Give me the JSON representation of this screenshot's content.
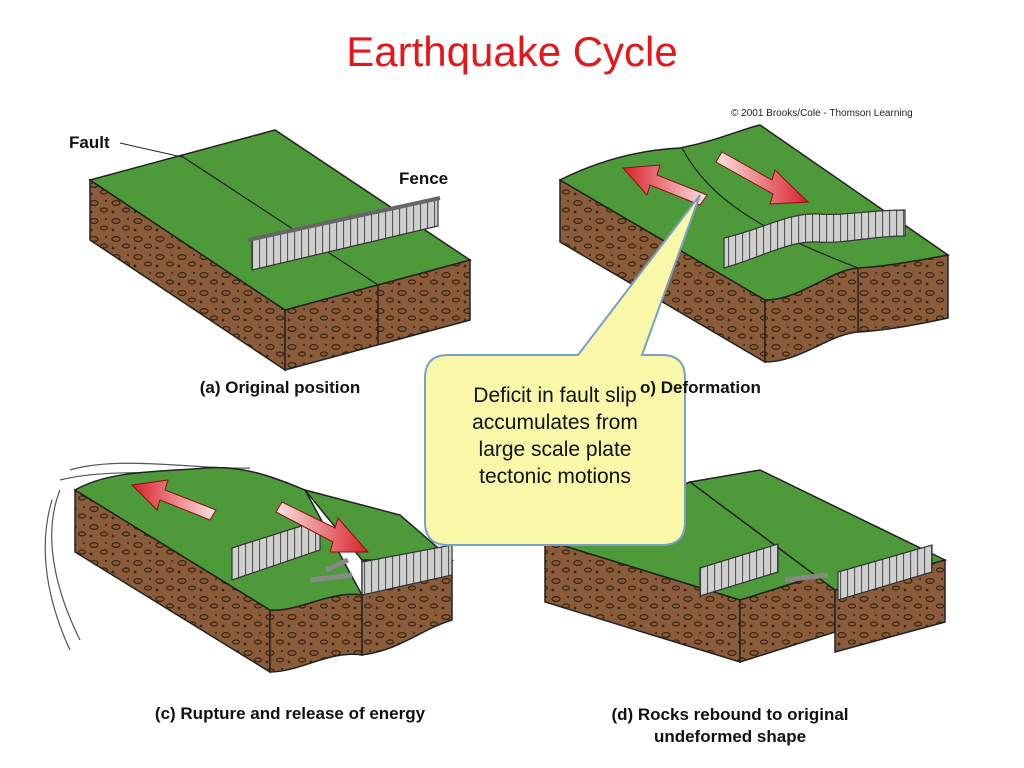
{
  "title": "Earthquake Cycle",
  "copyright": "© 2001 Brooks/Cole - Thomson Learning",
  "labels": {
    "fault": "Fault",
    "fence": "Fence"
  },
  "panels": [
    {
      "id": "a",
      "caption": "(a) Original position"
    },
    {
      "id": "b",
      "caption": "o) Deformation"
    },
    {
      "id": "c",
      "caption": "(c) Rupture and release of energy"
    },
    {
      "id": "d",
      "caption_line1": "(d) Rocks rebound to original",
      "caption_line2": "undeformed shape"
    }
  ],
  "callout": {
    "line1": "Deficit in fault slip",
    "line2": "accumulates from",
    "line3": "large scale plate",
    "line4": "tectonic motions"
  },
  "colors": {
    "title": "#e4161b",
    "grass": "#4e9a3a",
    "soil": "#8a5c3c",
    "arrow": "#d9202a",
    "callout_fill": "#f8f8a8"
  }
}
